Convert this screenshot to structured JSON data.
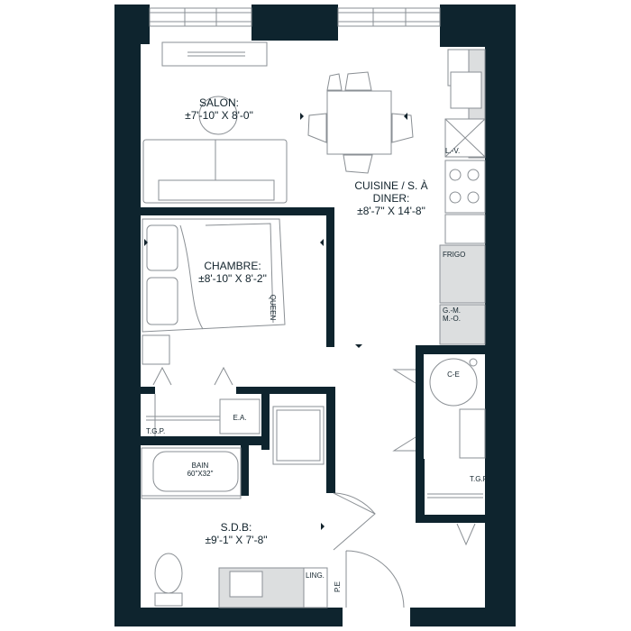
{
  "plan": {
    "rooms": {
      "salon": {
        "name": "SALON:",
        "dims": "±7'-10\" X 8'-0\""
      },
      "kitchen": {
        "name": "CUISINE / S. À",
        "name2": "DINER:",
        "dims": "±8'-7\" X 14'-8\""
      },
      "bedroom": {
        "name": "CHAMBRE:",
        "dims": "±8'-10\" X 8'-2\""
      },
      "bathroom": {
        "name": "S.D.B:",
        "dims": "±9'-1\" X 7'-8\""
      }
    },
    "fixtures": {
      "dishwasher": "L.-V.",
      "fridge": "FRIGO",
      "microwave_1": "G.-M.",
      "microwave_2": "M.-O.",
      "water_heater": "C-E",
      "closet_bedroom": "T.G.P.",
      "closet_entry": "T.G.P.",
      "electrical": "E.A.",
      "bath_1": "BAIN",
      "bath_2": "60\"X32\"",
      "linen": "LING.",
      "pe": "P.E",
      "bed": "QUEEN"
    },
    "colors": {
      "wall": "#0e242e",
      "line": "#8a8f94",
      "fill": "#dcdedf"
    }
  }
}
